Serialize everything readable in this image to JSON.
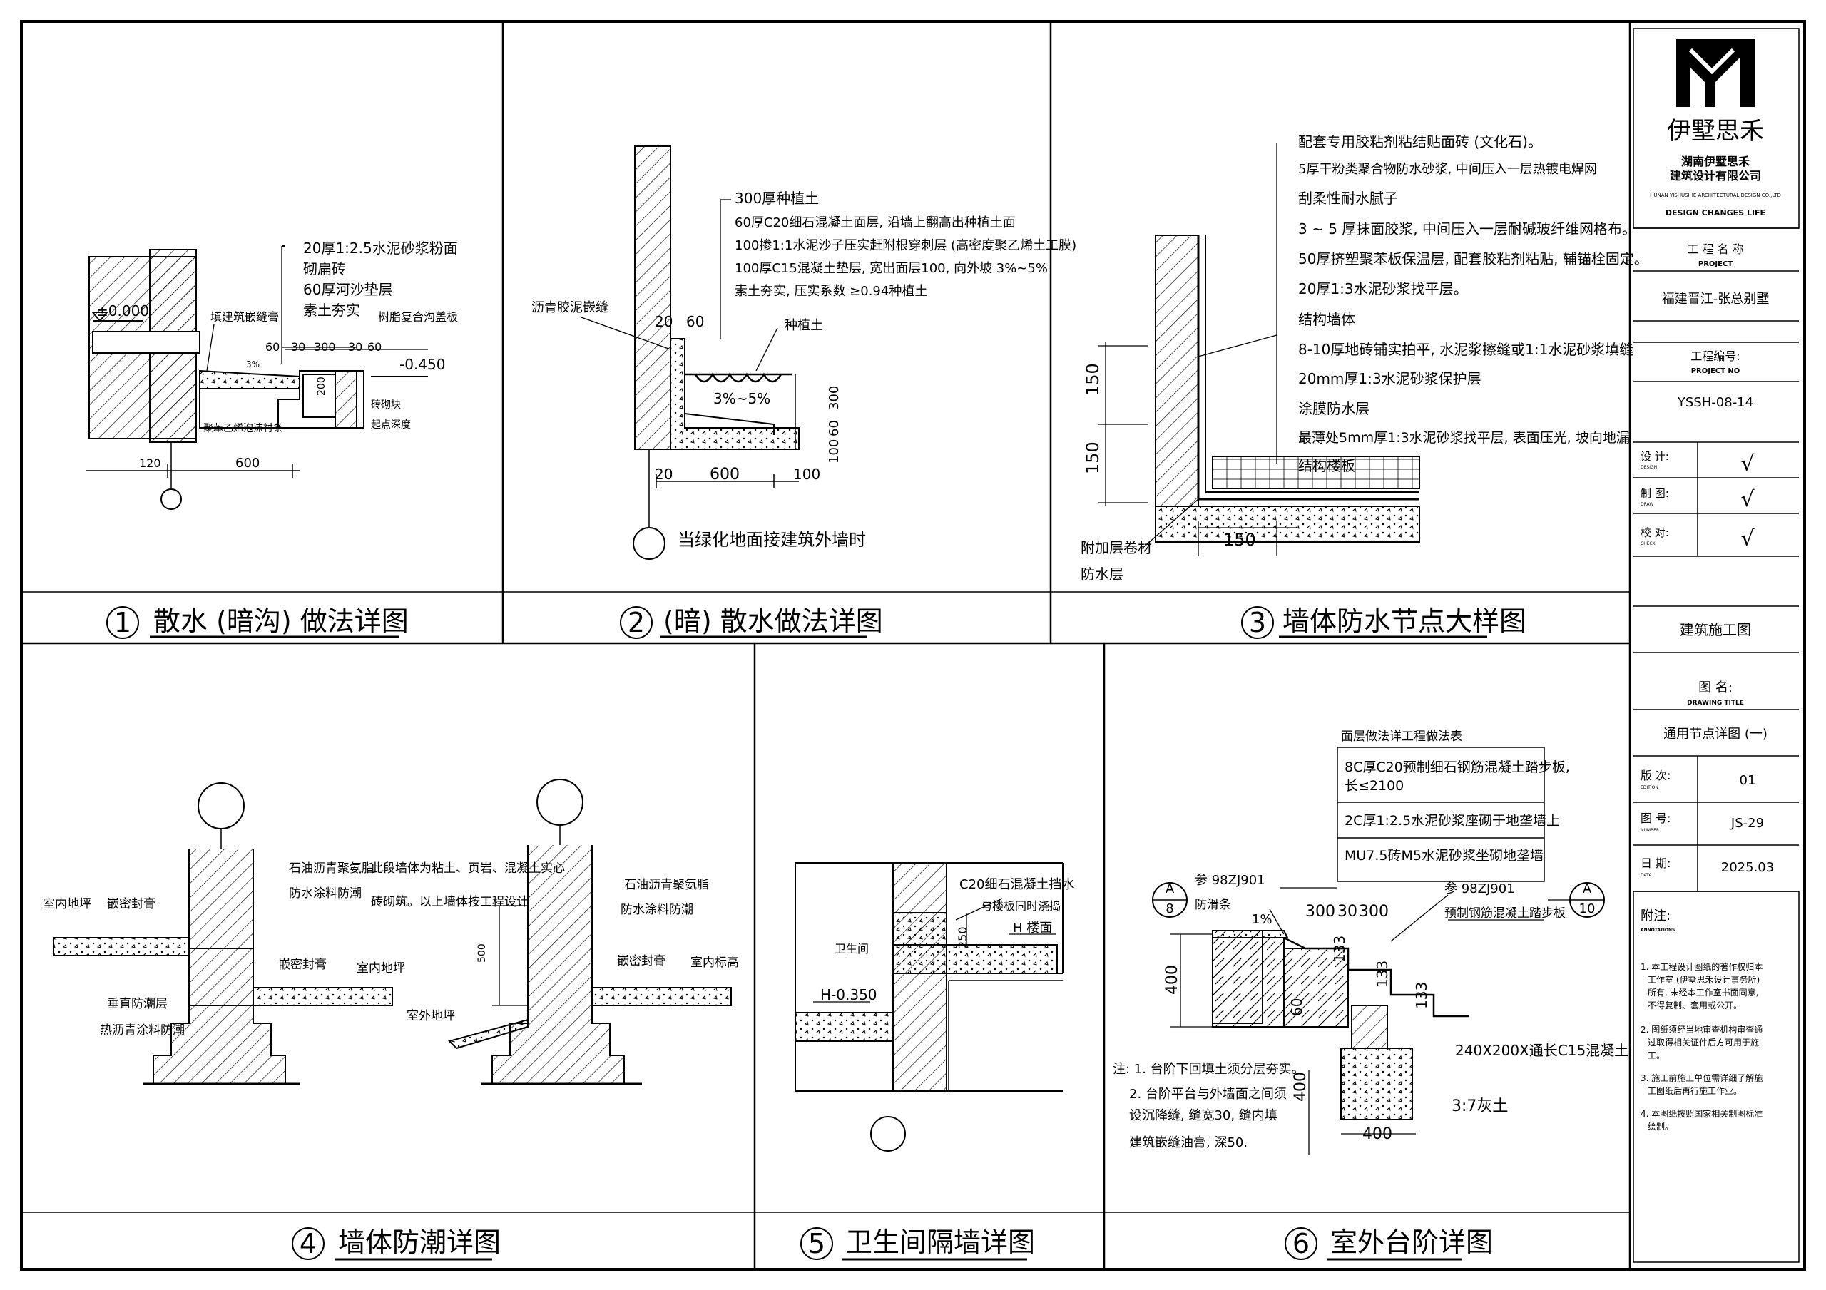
{
  "company": {
    "brand": "伊墅思禾",
    "name_line1": "湖南伊墅思禾",
    "name_line2": "建筑设计有限公司",
    "name_en": "HUNAN YISHUSIHE ARCHITECTURAL DESIGN CO.,LTD",
    "slogan": "DESIGN CHANGES LIFE"
  },
  "title_block": {
    "project_label": "工 程 名 称",
    "project_label_en": "PROJECT",
    "project_name": "福建晋江-张总别墅",
    "project_no_label": "工程编号:",
    "project_no_label_en": "PROJECT  NO",
    "project_no": "YSSH-08-14",
    "design_label": "设    计:",
    "design_en": "DESIGN",
    "draw_label": "制    图:",
    "draw_en": "DRAW",
    "check_label": "校    对:",
    "check_en": "CHECK",
    "check_mark": "√",
    "stage": "建筑施工图",
    "drawing_title_label": "图    名:",
    "drawing_title_en": "DRAWING  TITLE",
    "drawing_title": "通用节点详图 (一)",
    "edition_label": "版    次:",
    "edition_en": "EDITION",
    "edition": "01",
    "number_label": "图    号:",
    "number_en": "NUMBER",
    "number": "JS-29",
    "date_label": "日    期:",
    "date_en": "DATA",
    "date": "2025.03",
    "notes_label": "附注:",
    "notes_en": "ANNOTATIONS",
    "notes": [
      "1. 本工程设计图纸的著作权归本",
      "工作室 (伊墅思禾设计事务所)",
      "所有, 未经本工作室书面同意,",
      "不得复制、套用或公开。",
      "2. 图纸须经当地审查机构审查通",
      "过取得相关证件后方可用于施",
      "工。",
      "3. 施工前施工单位需详细了解施",
      "工图纸后再行施工作业。",
      "4. 本图纸按照国家相关制图标准",
      "绘制。"
    ]
  },
  "panels": [
    {
      "num": "1",
      "title": "散水 (暗沟) 做法详图"
    },
    {
      "num": "2",
      "title": "(暗) 散水做法详图"
    },
    {
      "num": "3",
      "title": "墙体防水节点大样图"
    },
    {
      "num": "4",
      "title": "墙体防潮详图"
    },
    {
      "num": "5",
      "title": "卫生间隔墙详图"
    },
    {
      "num": "6",
      "title": "室外台阶详图"
    }
  ],
  "d1": {
    "layers": [
      "20厚1:2.5水泥砂浆粉面",
      "砌扁砖",
      "60厚河沙垫层",
      "素土夯实"
    ],
    "elev": "±0.000",
    "elev2": "-0.450",
    "joint": "填建筑嵌缝膏",
    "cover": "树脂复合沟盖板",
    "slope": "3%",
    "dims": [
      "60",
      "30",
      "300",
      "30",
      "60"
    ],
    "dim_bottom": [
      "120",
      "600"
    ],
    "dim_v": "200",
    "brick": "砖砌块",
    "depth": "起点深度",
    "foam": "聚苯乙烯泡沫衬条"
  },
  "d2": {
    "layers": [
      "300厚种植土",
      "60厚C20细石混凝土面层, 沿墙上翻高出种植土面",
      "100掺1:1水泥沙子压实赶附根穿刺层 (高密度聚乙烯土工膜)",
      "100厚C15混凝土垫层, 宽出面层100, 向外坡 3%~5%",
      "素土夯实, 压实系数 ≥0.94种植土"
    ],
    "asphalt": "沥青胶泥嵌缝",
    "soil": "种植土",
    "slope": "3%~5%",
    "dims_top": [
      "20",
      "60"
    ],
    "dims_bottom": [
      "20",
      "600",
      "100"
    ],
    "dims_v": [
      "300",
      "60",
      "100"
    ],
    "caption": "当绿化地面接建筑外墙时"
  },
  "d3": {
    "layers": [
      "配套专用胶粘剂粘结贴面砖 (文化石)。",
      "5厚干粉类聚合物防水砂浆, 中间压入一层热镀电焊网",
      "刮柔性耐水腻子",
      "3 ~ 5 厚抹面胶浆, 中间压入一层耐碱玻纤维网格布。",
      "50厚挤塑聚苯板保温层, 配套胶粘剂粘贴, 辅锚栓固定。",
      "20厚1:3水泥砂浆找平层。",
      "结构墙体",
      "8-10厚地砖铺实拍平, 水泥浆擦缝或1:1水泥砂浆填缝",
      "20mm厚1:3水泥砂浆保护层",
      "涂膜防水层",
      "最薄处5mm厚1:3水泥砂浆找平层, 表面压光, 坡向地漏",
      "结构楼板"
    ],
    "dims": [
      "150",
      "150",
      "150"
    ],
    "extra1": "附加层卷材",
    "extra2": "防水层"
  },
  "d4": {
    "l_seal": "嵌密封膏",
    "l_indoor": "室内地坪",
    "l_vert1": "垂直防潮层",
    "l_vert2": "热沥青涂料防潮",
    "l_coat1": "石油沥青聚氨脂",
    "l_coat2": "防水涂料防潮",
    "l_seal2": "嵌密封膏",
    "l_indoor2": "室内地坪",
    "l_outdoor": "室外地坪",
    "l_note1": "此段墙体为粘土、页岩、混凝土实心",
    "l_note2": "砖砌筑。以上墙体按工程设计",
    "dim": "500",
    "r_coat1": "石油沥青聚氨脂",
    "r_coat2": "防水涂料防潮",
    "r_seal": "嵌密封膏",
    "r_indoor": "室内标高"
  },
  "d5": {
    "concrete1": "C20细石混凝土挡水",
    "concrete2": "与楼板同时浇捣",
    "room": "卫生间",
    "elev": "H-0.350",
    "floor": "H  楼面",
    "dim": "250"
  },
  "d6": {
    "table_title": "面层做法详工程做法表",
    "rows": [
      "8C厚C20预制细石钢筋混凝土踏步板,",
      "长≤2100",
      "2C厚1:2.5水泥砂浆座砌于地垄墙上",
      "MU7.5砖M5水泥砂浆坐砌地垄墙"
    ],
    "ref_a": "A",
    "ref_a_num": "8",
    "ref_a_text": "参  98ZJ901",
    "ref_a_text2": "防滑条",
    "ref_b": "A",
    "ref_b_num": "10",
    "ref_b_text": "参  98ZJ901",
    "ref_b_text2": "预制钢筋混凝土踏步板",
    "slope": "1%",
    "dims_top": [
      "300",
      "30",
      "300"
    ],
    "dims_v": [
      "133",
      "133",
      "133",
      "60"
    ],
    "dim_400a": "400",
    "dim_400b": "400",
    "dim_400c": "400",
    "beam": "240X200X通长C15混凝土",
    "lime": "3:7灰土",
    "note_title": "注: 1. 台阶下回填土须分层夯实。",
    "note2": "2. 台阶平台与外墙面之间须",
    "note3": "设沉降缝, 缝宽30, 缝内填",
    "note4": "建筑嵌缝油膏, 深50."
  }
}
